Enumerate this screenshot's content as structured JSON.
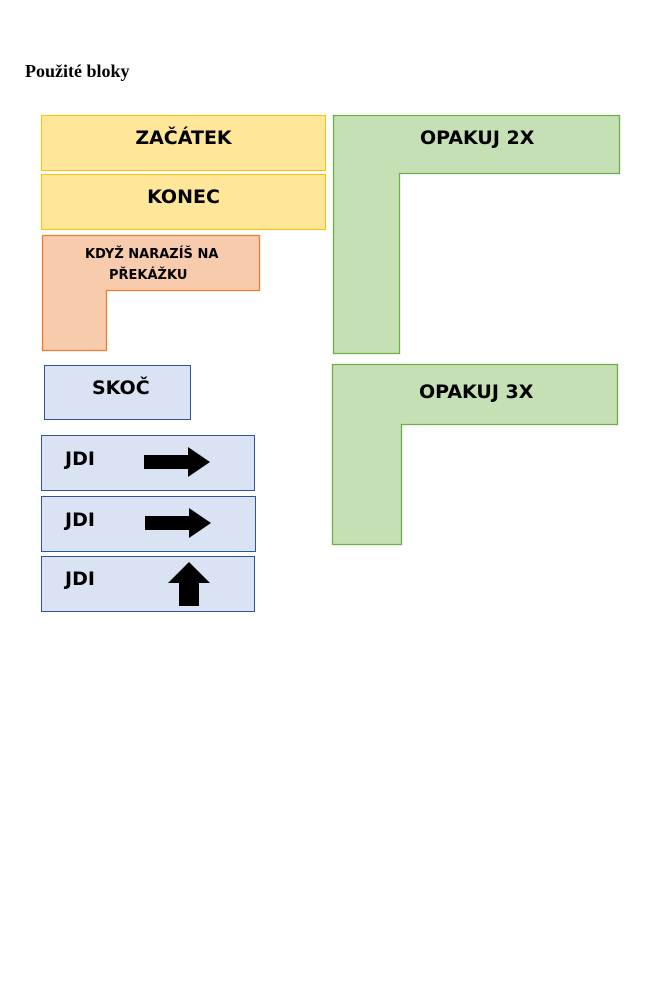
{
  "page": {
    "title": "Použité bloky"
  },
  "blocks": {
    "start": {
      "label": "ZAČÁTEK"
    },
    "end": {
      "label": "KONEC"
    },
    "obstacle": {
      "label_line1": "KDYŽ NARAZÍŠ NA",
      "label_line2": "PŘEKÁŽKU"
    },
    "jump": {
      "label": "SKOČ"
    },
    "go_right_1": {
      "label": "JDI",
      "icon": "arrow-right-icon"
    },
    "go_right_2": {
      "label": "JDI",
      "icon": "arrow-right-icon"
    },
    "go_up": {
      "label": "JDI",
      "icon": "arrow-up-icon"
    },
    "repeat_2": {
      "label": "OPAKUJ 2X"
    },
    "repeat_3": {
      "label": "OPAKUJ 3X"
    }
  },
  "colors": {
    "yellow_fill": "#ffe699",
    "yellow_border": "#ffc000",
    "orange_fill": "#f8cbad",
    "orange_border": "#ed7d31",
    "blue_fill": "#dae3f3",
    "blue_border": "#2f5597",
    "green_fill": "#c5e0b4",
    "green_border": "#70ad47"
  }
}
